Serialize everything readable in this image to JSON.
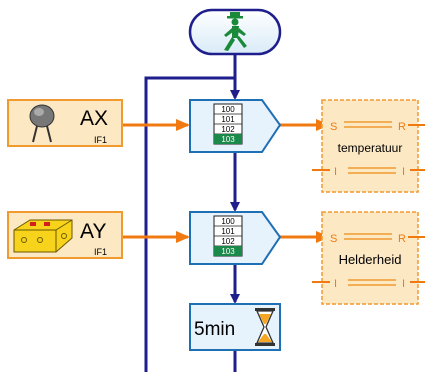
{
  "diagram": {
    "start_block": {
      "icon": "walking-pedestrian-icon"
    },
    "inputs": [
      {
        "id": "ax",
        "label": "AX",
        "sub": "IF1",
        "icon": "temperature-sensor-icon"
      },
      {
        "id": "ay",
        "label": "AY",
        "sub": "IF1",
        "icon": "light-sensor-block-icon"
      }
    ],
    "selectors": [
      {
        "rows": [
          "100",
          "101",
          "102",
          "103"
        ]
      },
      {
        "rows": [
          "100",
          "101",
          "102",
          "103"
        ]
      }
    ],
    "flipflops": [
      {
        "name": "temperatuur",
        "s": "S",
        "r": "R",
        "i_left": "I",
        "i_right": "I"
      },
      {
        "name": "Helderheid",
        "s": "S",
        "r": "R",
        "i_left": "I",
        "i_right": "I"
      }
    ],
    "wait_block": {
      "label": "5min",
      "icon": "hourglass-icon"
    },
    "colors": {
      "flow_line": "#1e1e8c",
      "data_line": "#f07a10",
      "block_fill": "#fde8c4",
      "block_border": "#f09a30",
      "process_fill": "#e6f2fc",
      "process_border": "#1f6fb5",
      "selected_row": "#1a8a4a"
    }
  }
}
